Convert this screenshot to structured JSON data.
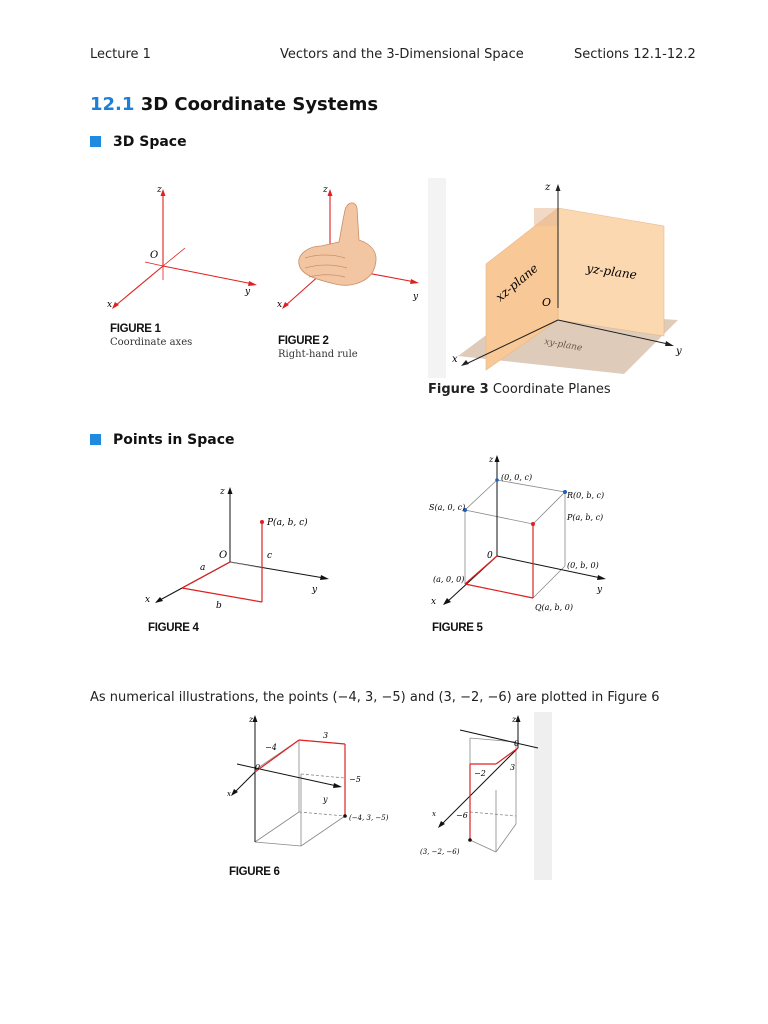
{
  "header": {
    "left": "Lecture 1",
    "center": "Vectors and the 3-Dimensional Space",
    "right": "Sections 12.1-12.2"
  },
  "section": {
    "number": "12.1",
    "title": "3D Coordinate Systems"
  },
  "subsections": {
    "space": "3D Space",
    "points": "Points in Space"
  },
  "figure1": {
    "label": "FIGURE 1",
    "caption": "Coordinate axes",
    "z": "z",
    "x": "x",
    "y": "y",
    "o": "O"
  },
  "figure2": {
    "label": "FIGURE 2",
    "caption": "Right-hand rule",
    "z": "z",
    "x": "x",
    "y": "y"
  },
  "figure3": {
    "label": "Figure 3",
    "caption": "Coordinate Planes",
    "xz": "xz-plane",
    "yz": "yz-plane",
    "xy": "xy-plane",
    "z": "z",
    "x": "x",
    "y": "y",
    "o": "O"
  },
  "figure4": {
    "label": "FIGURE 4",
    "z": "z",
    "x": "x",
    "y": "y",
    "o": "O",
    "p": "P(a, b, c)",
    "a": "a",
    "b": "b",
    "c": "c"
  },
  "figure5": {
    "label": "FIGURE 5",
    "z": "z",
    "x": "x",
    "y": "y",
    "o": "0",
    "p00c": "(0, 0, c)",
    "r": "R(0, b, c)",
    "s": "S(a, 0, c)",
    "p": "P(a, b, c)",
    "a00": "(a, 0, 0)",
    "b0": "(0, b, 0)",
    "q": "Q(a, b, 0)"
  },
  "illustration_text": "As numerical illustrations, the points (−4, 3, −5) and (3, −2, −6) are plotted in Figure 6",
  "figure6": {
    "label": "FIGURE 6",
    "z": "z",
    "x": "x",
    "y": "y",
    "o": "0",
    "m4": "−4",
    "p3": "3",
    "m5": "−5",
    "pt1": "(−4, 3, −5)",
    "m2": "−2",
    "q3": "3",
    "m6": "−6",
    "pt2": "(3, −2, −6)"
  },
  "colors": {
    "accent": "#1f7fd6",
    "axis_red": "#e02020",
    "plane": "#f7c99a"
  }
}
